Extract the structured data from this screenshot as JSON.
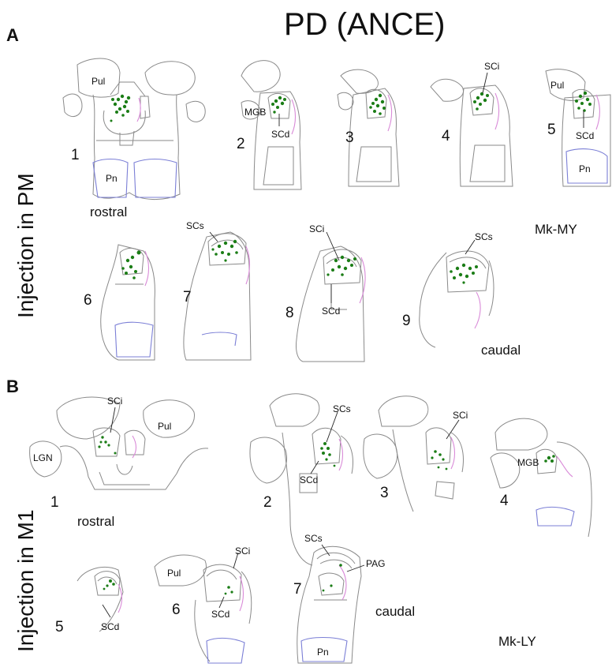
{
  "title": "PD (ANCE)",
  "panels": [
    {
      "letter": "A",
      "side_label": "Injection in PM",
      "case": "Mk-MY",
      "rostral": "rostral",
      "caudal": "caudal",
      "sections": [
        "1",
        "2",
        "3",
        "4",
        "5",
        "6",
        "7",
        "8",
        "9"
      ]
    },
    {
      "letter": "B",
      "side_label": "Injection in M1",
      "case": "Mk-LY",
      "rostral": "rostral",
      "caudal": "caudal",
      "sections": [
        "1",
        "2",
        "3",
        "4",
        "5",
        "6",
        "7"
      ]
    }
  ],
  "labels": {
    "pul": "Pul",
    "pn": "Pn",
    "mgb": "MGB",
    "scd": "SCd",
    "sci": "SCi",
    "scs": "SCs",
    "lgn": "LGN",
    "pag": "PAG"
  },
  "colors": {
    "outline": "#8a8a8a",
    "label_dot": "#1b7d16",
    "pontine_outline": "#7b7fd6",
    "pag_outline": "#d98ad8"
  }
}
